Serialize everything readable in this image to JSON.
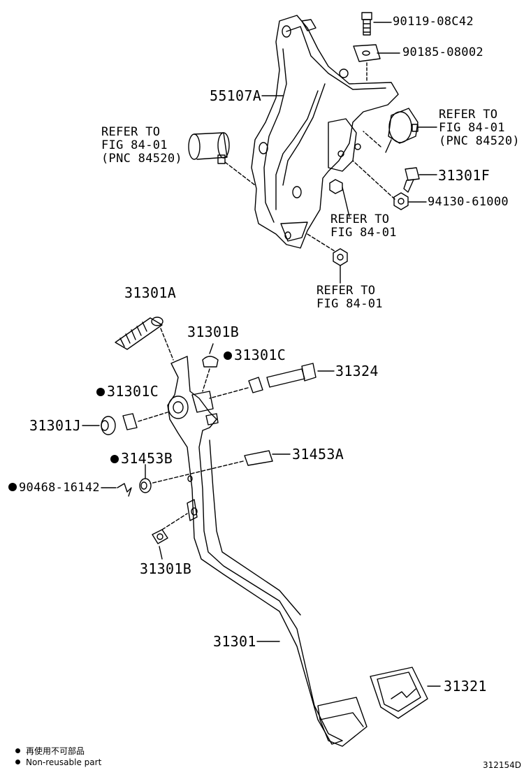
{
  "parts": {
    "p90119": "90119-08C42",
    "p90185": "90185-08002",
    "p55107A": "55107A",
    "refer_right": [
      "REFER TO",
      "FIG 84-01",
      "(PNC 84520)"
    ],
    "refer_left": [
      "REFER TO",
      "FIG 84-01",
      "(PNC 84520)"
    ],
    "p31301F": "31301F",
    "p94130": "94130-61000",
    "refer_mid": [
      "REFER TO",
      "FIG 84-01"
    ],
    "refer_low": [
      "REFER TO",
      "FIG 84-01"
    ],
    "p31301A": "31301A",
    "p31301B_top": "31301B",
    "p31301C_right": "31301C",
    "p31324": "31324",
    "p31301C_left": "31301C",
    "p31301J": "31301J",
    "p31453B": "31453B",
    "p31453A": "31453A",
    "p90468": "90468-16142",
    "p31301B_low": "31301B",
    "p31301": "31301",
    "p31321": "31321"
  },
  "legend": {
    "jp": "再使用不可部品",
    "en": "Non-reusable part"
  },
  "figure_id": "312154D"
}
